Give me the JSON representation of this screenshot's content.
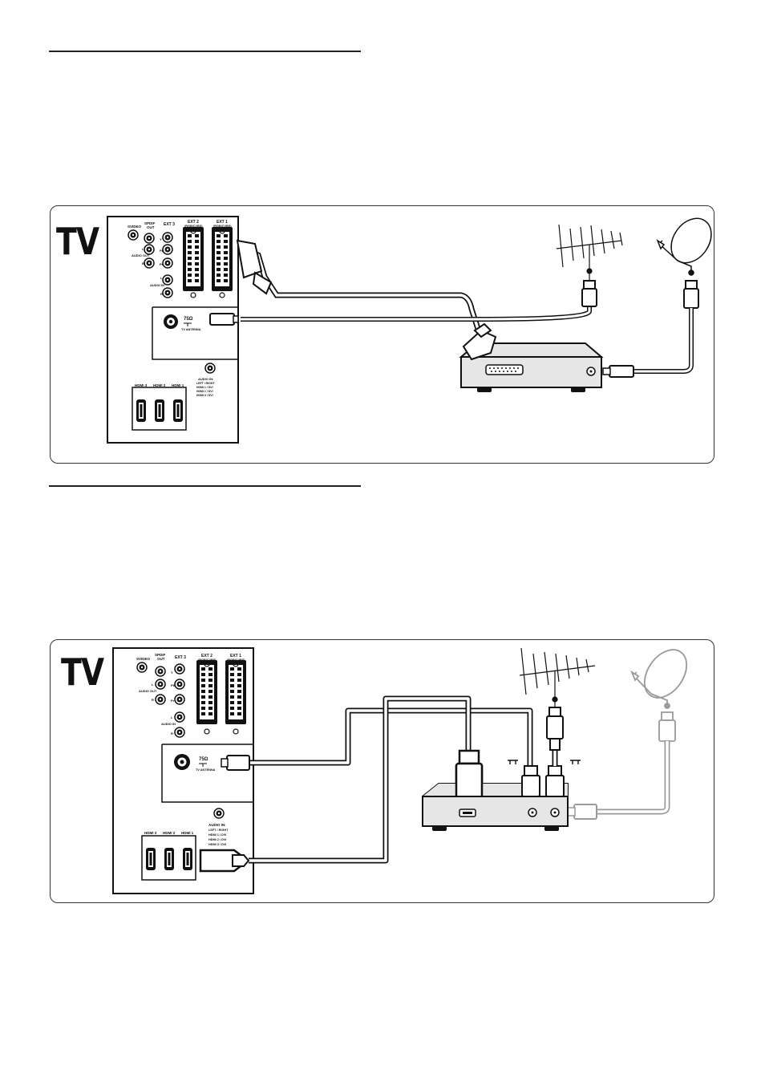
{
  "diagram1": {
    "tv_label": "TV",
    "jacks": {
      "svideo": "SVIDEO",
      "spdif_out": "SPDIF\nOUT",
      "ext3": "EXT 3",
      "ext2": "EXT 2\n(RGB/CVBS)",
      "ext1": "EXT 1\n(RGB/CVBS)",
      "audio_out": "AUDIO OUT",
      "audio_in": "AUDIO IN",
      "y": "Y",
      "pb": "Pb",
      "pr": "Pr",
      "l": "L",
      "r": "R",
      "antenna_ohm": "75Ω",
      "tv_antenna": "TV ANTENNA",
      "audio_in_lr": "AUDIO IN:\nLEFT / RIGHT\nHDMI 1 / DVI\nHDMI 2 / DVI\nHDMI 3 / DVI",
      "hdmi3": "HDMI 3",
      "hdmi2": "HDMI 2",
      "hdmi1": "HDMI 1"
    }
  },
  "diagram2": {
    "tv_label": "TV"
  },
  "colors": {
    "line": "#111111",
    "panel_border": "#333333",
    "box_fill": "#e6e6e6",
    "grey_cable": "#9a9a9a"
  },
  "icons": [
    "tv-back-panel",
    "terrestrial-antenna-icon",
    "satellite-dish-icon",
    "set-top-box",
    "scart-plug-icon",
    "hdmi-plug-icon",
    "coax-plug-icon"
  ]
}
